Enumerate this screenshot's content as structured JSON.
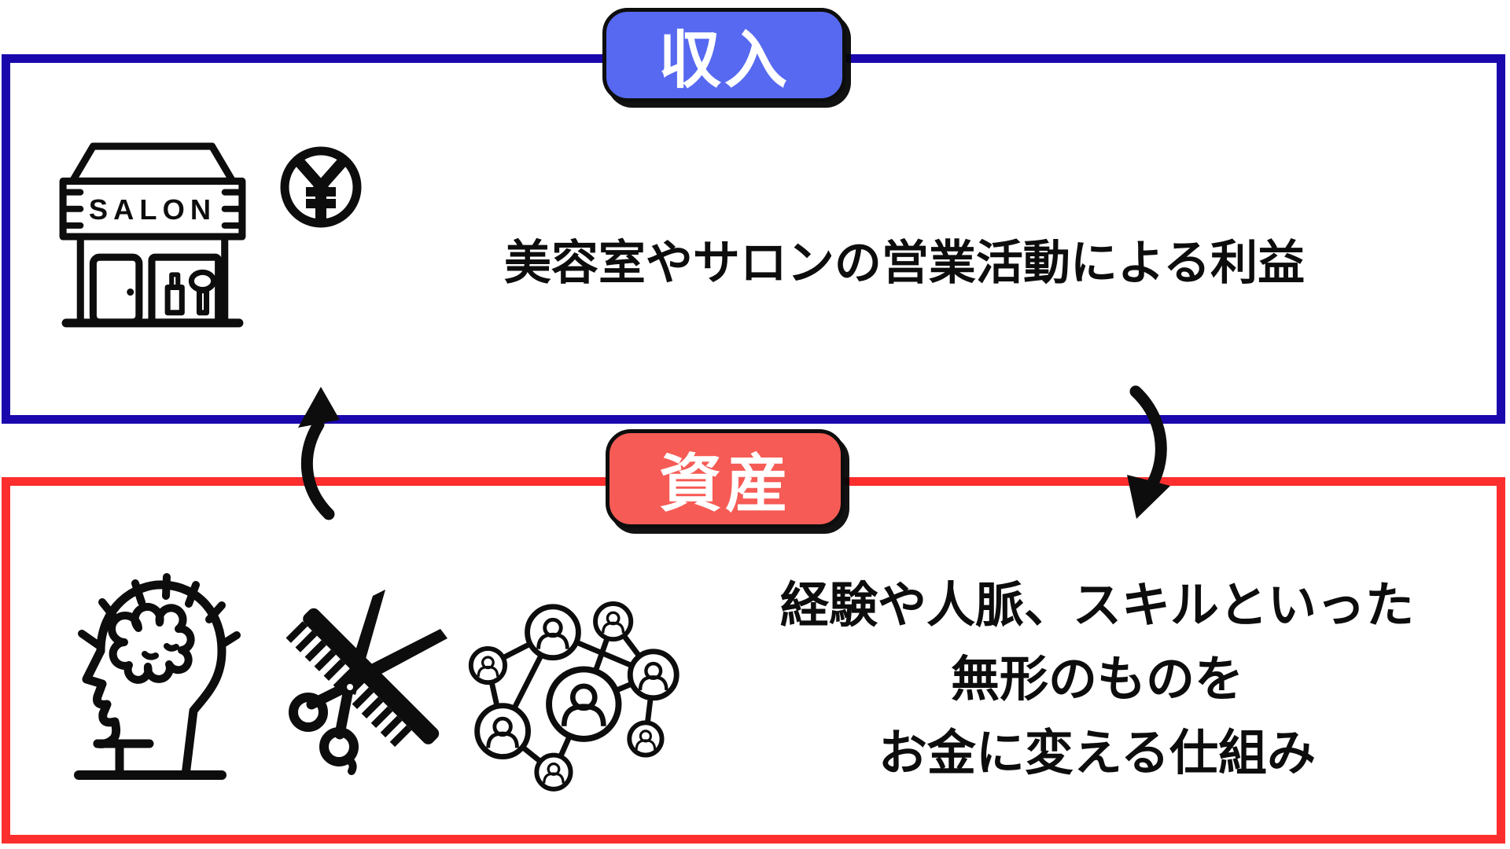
{
  "income_section": {
    "label": "収入",
    "description": "美容室やサロンの営業活動による利益",
    "salon_sign_text": "SALON",
    "yen_symbol": "¥",
    "icons": [
      "salon-storefront-icon",
      "yen-coin-icon"
    ]
  },
  "asset_section": {
    "label": "資産",
    "description_lines": [
      "経験や人脈、スキルといった",
      "無形のものを",
      "お金に変える仕組み"
    ],
    "icons": [
      "idea-head-icon",
      "scissors-comb-icon",
      "people-network-icon"
    ]
  },
  "flow": {
    "left_arrow": "curved arrow pointing up from asset box to income box",
    "right_arrow": "curved arrow pointing down from income box to asset box"
  },
  "colors": {
    "income_border": "#1a08ad",
    "income_label_fill": "#5769f0",
    "asset_border": "#fd2e2e",
    "asset_label_fill": "#f65b55",
    "ink": "#0d0d0d",
    "label_text": "#ffffff"
  }
}
